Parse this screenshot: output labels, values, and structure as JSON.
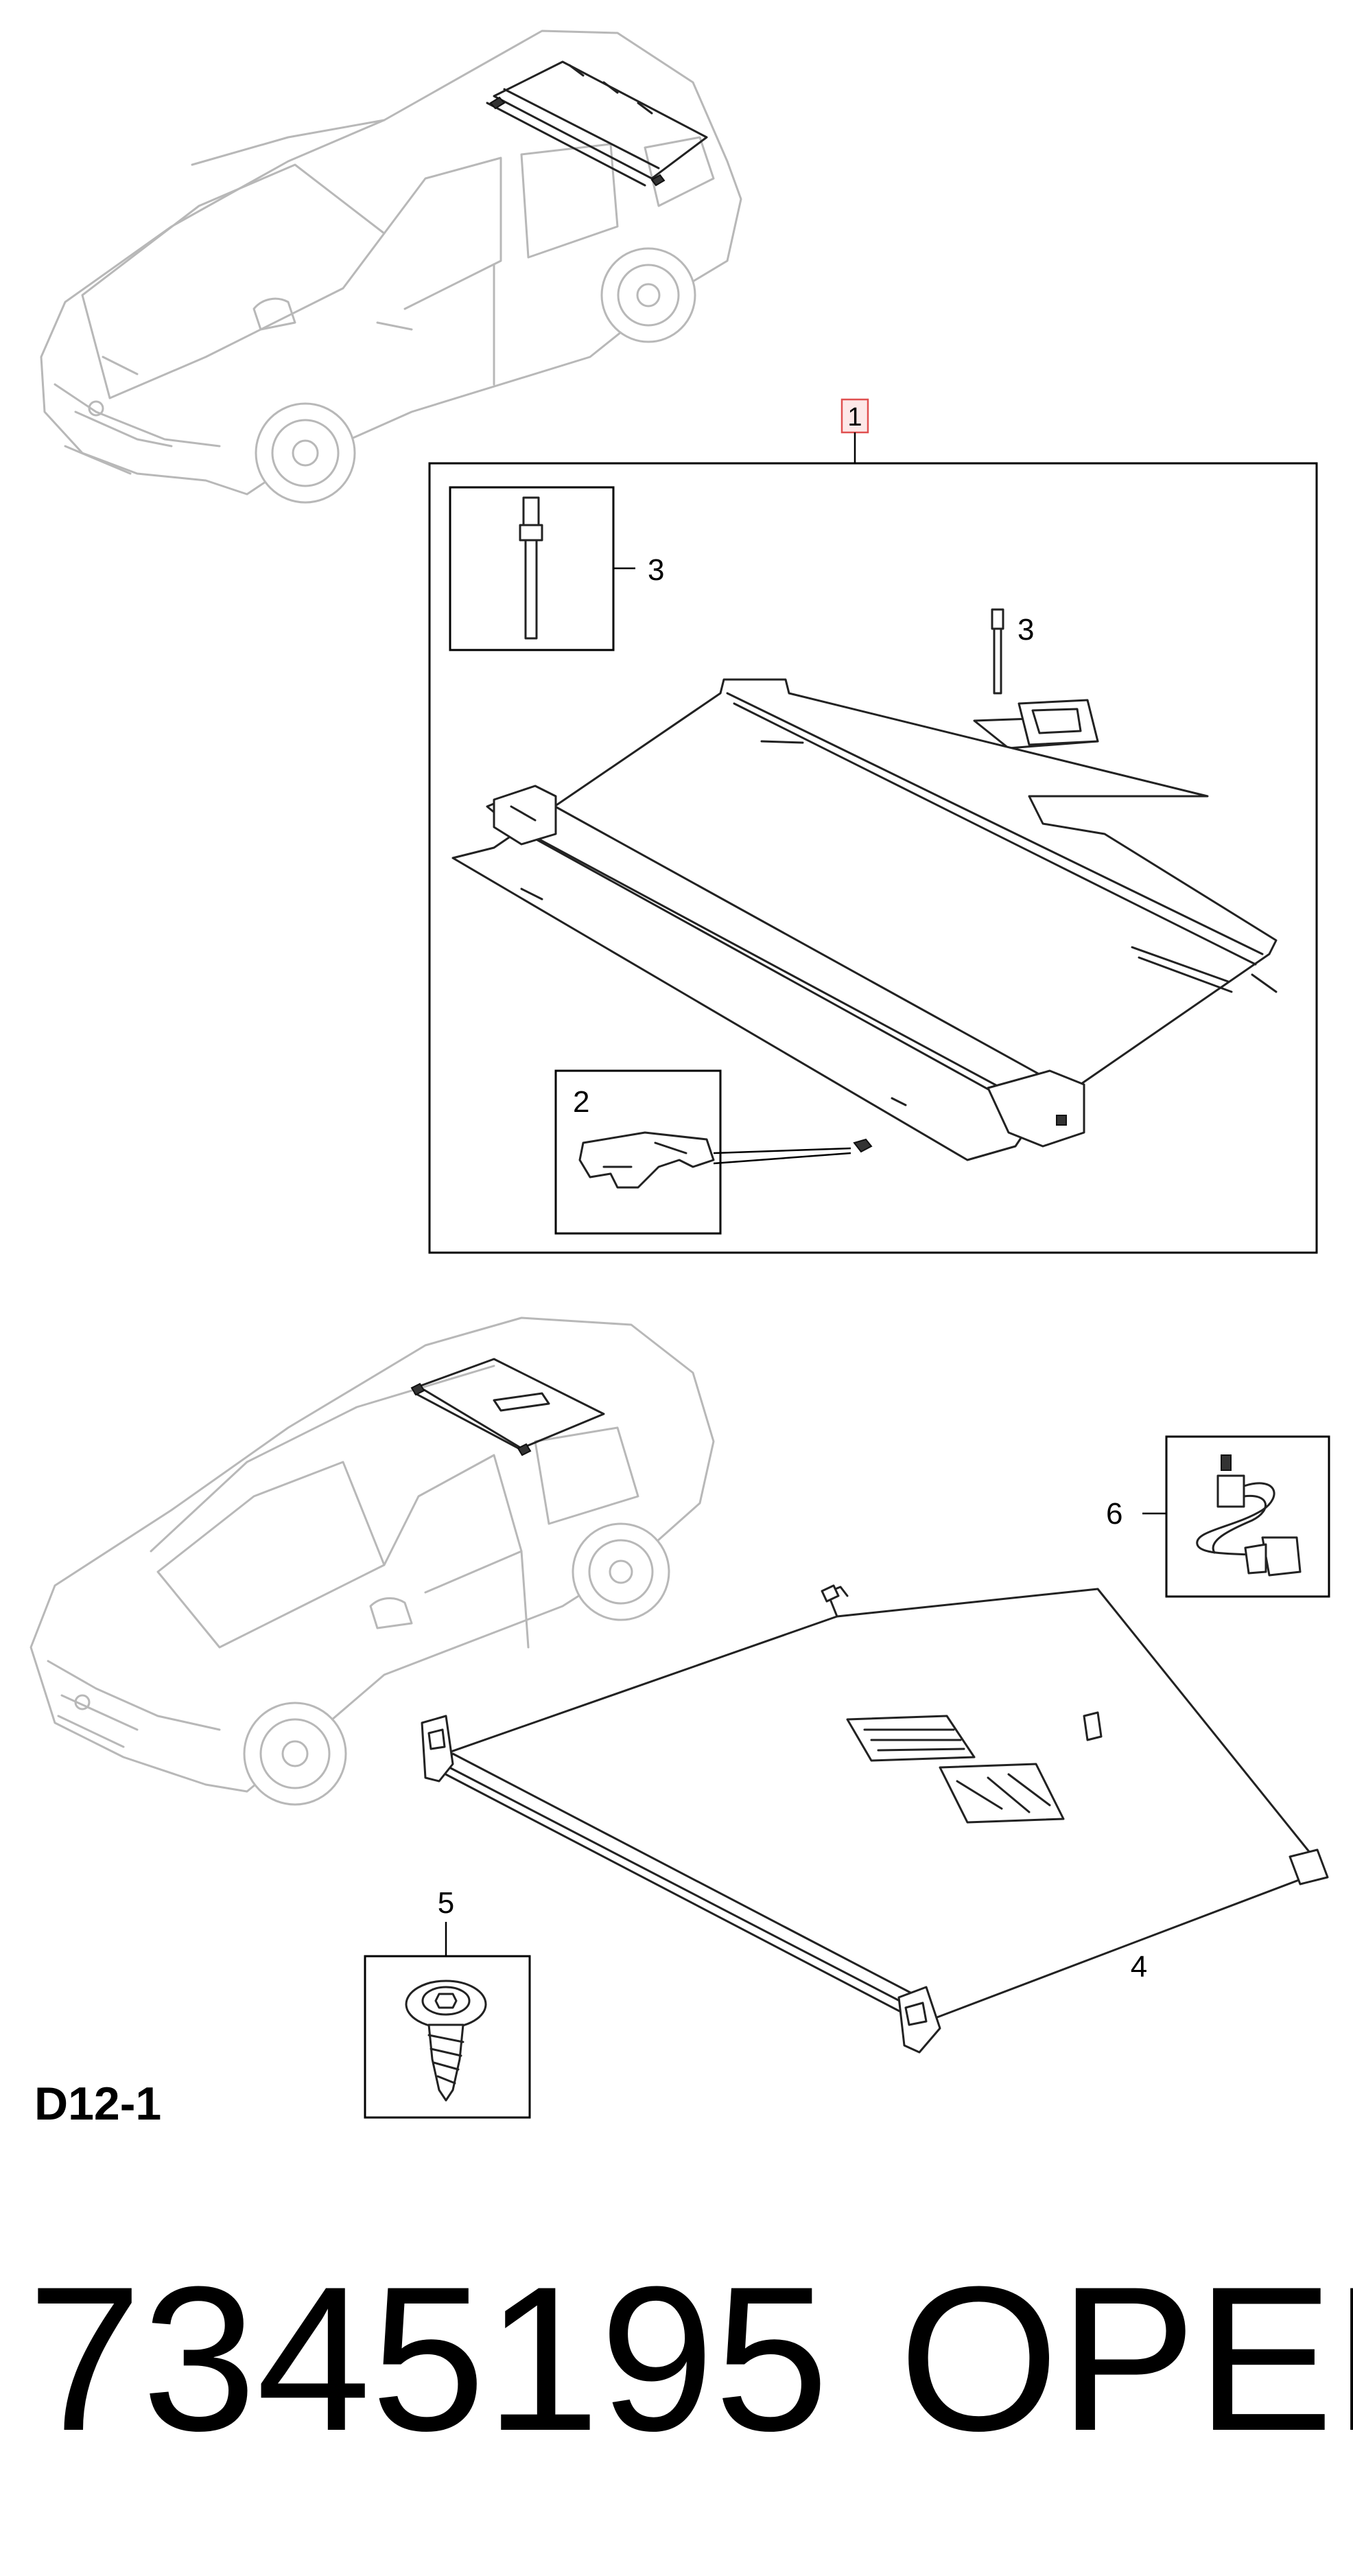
{
  "callouts": {
    "c1": "1",
    "c2": "2",
    "c3a": "3",
    "c3b": "3",
    "c4": "4",
    "c5": "5",
    "c6": "6"
  },
  "page_code": "D12-1",
  "part_number": "7345195",
  "brand": "OPEL",
  "colors": {
    "highlight_box_fill": "#fde8e8",
    "highlight_box_stroke": "#e05050",
    "car_outline": "#b8b8b8",
    "part_line": "#222222"
  }
}
